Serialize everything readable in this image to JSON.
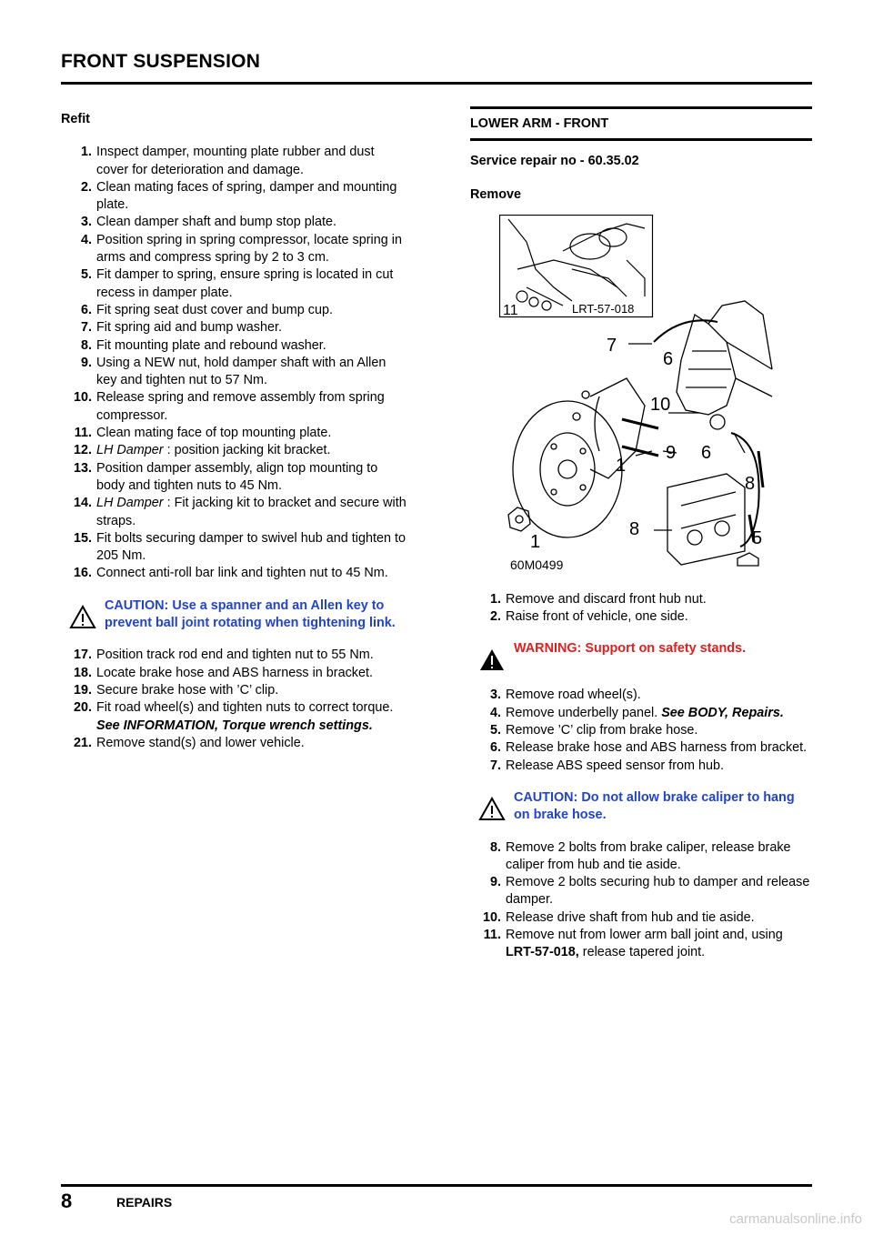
{
  "header": {
    "title": "FRONT SUSPENSION"
  },
  "left": {
    "section_title": "Refit",
    "steps_a": [
      {
        "num": "1.",
        "text": "Inspect damper, mounting plate rubber and dust cover for deterioration and damage."
      },
      {
        "num": "2.",
        "text": "Clean mating faces of spring, damper and mounting plate."
      },
      {
        "num": "3.",
        "text": "Clean damper shaft and bump stop plate."
      },
      {
        "num": "4.",
        "text": "Position spring in spring compressor, locate spring in arms and compress spring by 2 to 3 cm."
      },
      {
        "num": "5.",
        "text": "Fit damper to spring, ensure spring is located in cut recess in damper plate."
      },
      {
        "num": "6.",
        "text": "Fit spring seat dust cover and bump cup."
      },
      {
        "num": "7.",
        "text": "Fit spring aid and bump washer."
      },
      {
        "num": "8.",
        "text": "Fit mounting plate and rebound washer."
      },
      {
        "num": "9.",
        "text": "Using a NEW nut, hold damper shaft with an Allen key and tighten nut to 57 Nm."
      },
      {
        "num": "10.",
        "text": "Release spring and remove assembly from spring compressor."
      },
      {
        "num": "11.",
        "text": "Clean mating face of top mounting plate."
      }
    ],
    "step12": {
      "num": "12.",
      "italic": "LH Damper",
      "text": " : position jacking kit bracket."
    },
    "step13": {
      "num": "13.",
      "text": "Position damper assembly, align top mounting to body and tighten nuts to 45 Nm."
    },
    "step14": {
      "num": "14.",
      "italic": "LH Damper",
      "text": " : Fit jacking kit to bracket and secure with straps."
    },
    "steps_b": [
      {
        "num": "15.",
        "text": "Fit bolts securing damper to swivel hub and tighten to 205 Nm."
      },
      {
        "num": "16.",
        "text": "Connect anti-roll bar link and tighten nut to 45 Nm."
      }
    ],
    "caution": "CAUTION: Use a spanner and an Allen key to prevent ball joint rotating when tightening link.",
    "steps_c": [
      {
        "num": "17.",
        "text": "Position track rod end and tighten nut to 55 Nm."
      },
      {
        "num": "18.",
        "text": "Locate brake hose and ABS harness in bracket."
      },
      {
        "num": "19.",
        "text": "Secure brake hose with ’C’ clip."
      }
    ],
    "step20": {
      "num": "20.",
      "text": "Fit road wheel(s) and tighten nuts to correct torque. ",
      "ref": "See  INFORMATION, Torque wrench settings."
    },
    "step21": {
      "num": "21.",
      "text": "Remove stand(s) and lower vehicle."
    }
  },
  "right": {
    "title": "LOWER ARM - FRONT",
    "service": "Service repair no - 60.35.02",
    "section": "Remove",
    "figure": {
      "inset_tool": "LRT-57-018",
      "inset_num": "11",
      "ref": "60M0499",
      "callouts": [
        "7",
        "6",
        "10",
        "9",
        "6",
        "1",
        "8",
        "8",
        "5",
        "1"
      ]
    },
    "steps_a": [
      {
        "num": "1.",
        "text": "Remove and discard front hub nut."
      },
      {
        "num": "2.",
        "text": "Raise front of vehicle, one side."
      }
    ],
    "warning": "WARNING: Support on safety stands.",
    "step3": {
      "num": "3.",
      "text": "Remove road wheel(s)."
    },
    "step4": {
      "num": "4.",
      "text": "Remove underbelly panel. ",
      "ref": "See  BODY, Repairs."
    },
    "steps_b": [
      {
        "num": "5.",
        "text": "Remove ’C’ clip from brake hose."
      },
      {
        "num": "6.",
        "text": "Release brake hose and ABS harness from bracket."
      },
      {
        "num": "7.",
        "text": "Release ABS speed sensor from hub."
      }
    ],
    "caution": "CAUTION: Do not allow brake caliper to hang on brake hose.",
    "steps_c": [
      {
        "num": "8.",
        "text": "Remove 2 bolts from brake caliper, release brake caliper from hub and tie aside."
      },
      {
        "num": "9.",
        "text": "Remove 2 bolts securing hub to damper and release damper."
      },
      {
        "num": "10.",
        "text": "Release drive shaft from hub and tie aside."
      }
    ],
    "step11": {
      "num": "11.",
      "text": "Remove nut from lower arm ball joint and, using ",
      "bold": "LRT-57-018,",
      "tail": " release tapered joint."
    }
  },
  "footer": {
    "page": "8",
    "label": "REPAIRS",
    "watermark": "carmanualsonline.info"
  }
}
